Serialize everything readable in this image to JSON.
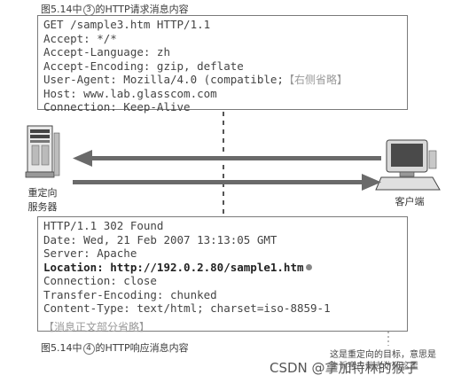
{
  "request": {
    "caption_prefix": "图5.14中",
    "caption_num": "3",
    "caption_suffix": "的HTTP请求消息内容",
    "lines": [
      "GET /sample3.htm HTTP/1.1",
      "Accept: */*",
      "Accept-Language: zh",
      "Accept-Encoding: gzip, deflate",
      "User-Agent: Mozilla/4.0 (compatible;",
      "Host: www.lab.glasscom.com",
      "Connection: Keep-Alive"
    ],
    "omitted_right": "【右侧省略】"
  },
  "server": {
    "label_line1": "重定向",
    "label_line2": "服务器",
    "icon": "server-icon"
  },
  "client": {
    "label": "客户端",
    "icon": "computer-icon"
  },
  "response": {
    "lines": [
      "HTTP/1.1 302 Found",
      "Date: Wed, 21 Feb 2007 13:13:05 GMT",
      "Server: Apache"
    ],
    "location_line": "Location: http://192.0.2.80/sample1.htm",
    "lines_after": [
      "Connection: close",
      "Transfer-Encoding: chunked",
      "Content-Type: text/html; charset=iso-8859-1"
    ],
    "omitted_body": "【消息正文部分省略】",
    "caption_prefix": "图5.14中",
    "caption_num": "4",
    "caption_suffix": "的HTTP响应消息内容"
  },
  "annotation": {
    "line1": "这是重定向的目标，意思是",
    "line2": "告诉客户端去访问这里"
  },
  "watermark": "CSDN @拿加特林的猴子",
  "colors": {
    "arrow": "#6a6a6a",
    "box_border": "#7a7a7a",
    "dotted": "#888888"
  }
}
